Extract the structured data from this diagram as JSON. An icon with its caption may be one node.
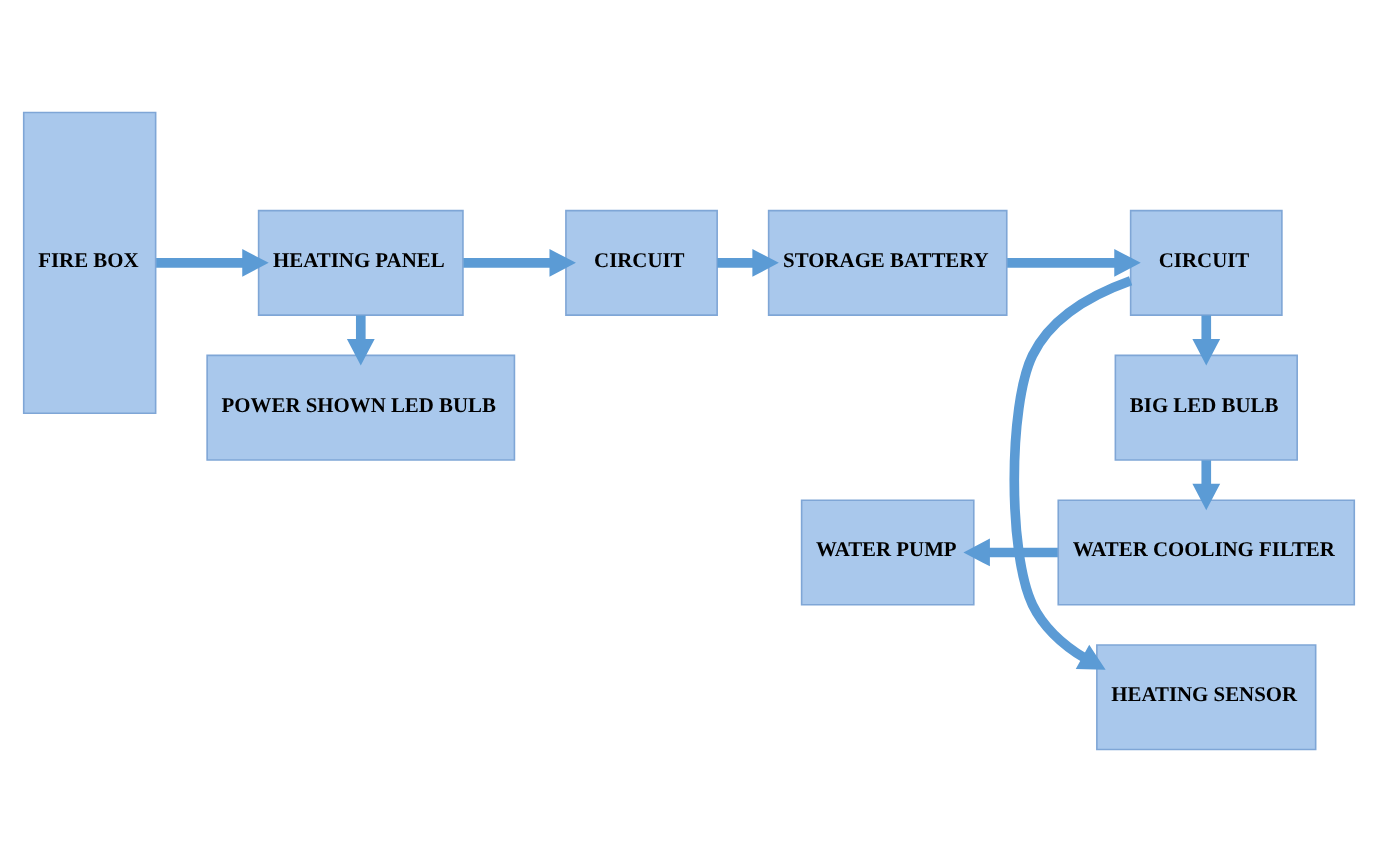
{
  "diagram": {
    "nodes": [
      {
        "text": [
          "FIRE BOX"
        ]
      },
      {
        "text": [
          "HEATING PANEL"
        ]
      },
      {
        "text": [
          "POWER SHOWN LED BULB"
        ]
      },
      {
        "text": [
          "CIRCUIT"
        ]
      },
      {
        "text": [
          "STORAGE BATTERY"
        ]
      },
      {
        "text": [
          "HEATING SENSOR"
        ]
      },
      {
        "text": [
          "CIRCUIT"
        ]
      },
      {
        "text": [
          "BIG LED BULB"
        ]
      },
      {
        "text": [
          "WATER COOLING FILTER"
        ]
      },
      {
        "text": [
          "WATER PUMP"
        ]
      }
    ],
    "edges": [
      {
        "from": 0,
        "to": 1,
        "arrow": "to"
      },
      {
        "from": 1,
        "to": 2,
        "arrow": "to"
      },
      {
        "from": 1,
        "to": 3,
        "arrow": "to"
      },
      {
        "from": 3,
        "to": 4,
        "arrow": "to"
      },
      {
        "from": 4,
        "to": 6,
        "arrow": "to"
      },
      {
        "from": 6,
        "to": 5,
        "arrow": "to"
      },
      {
        "from": 6,
        "to": 7,
        "arrow": "to"
      },
      {
        "from": 7,
        "to": 8,
        "arrow": "to"
      },
      {
        "from": 8,
        "to": 9,
        "arrow": "to"
      }
    ]
  }
}
